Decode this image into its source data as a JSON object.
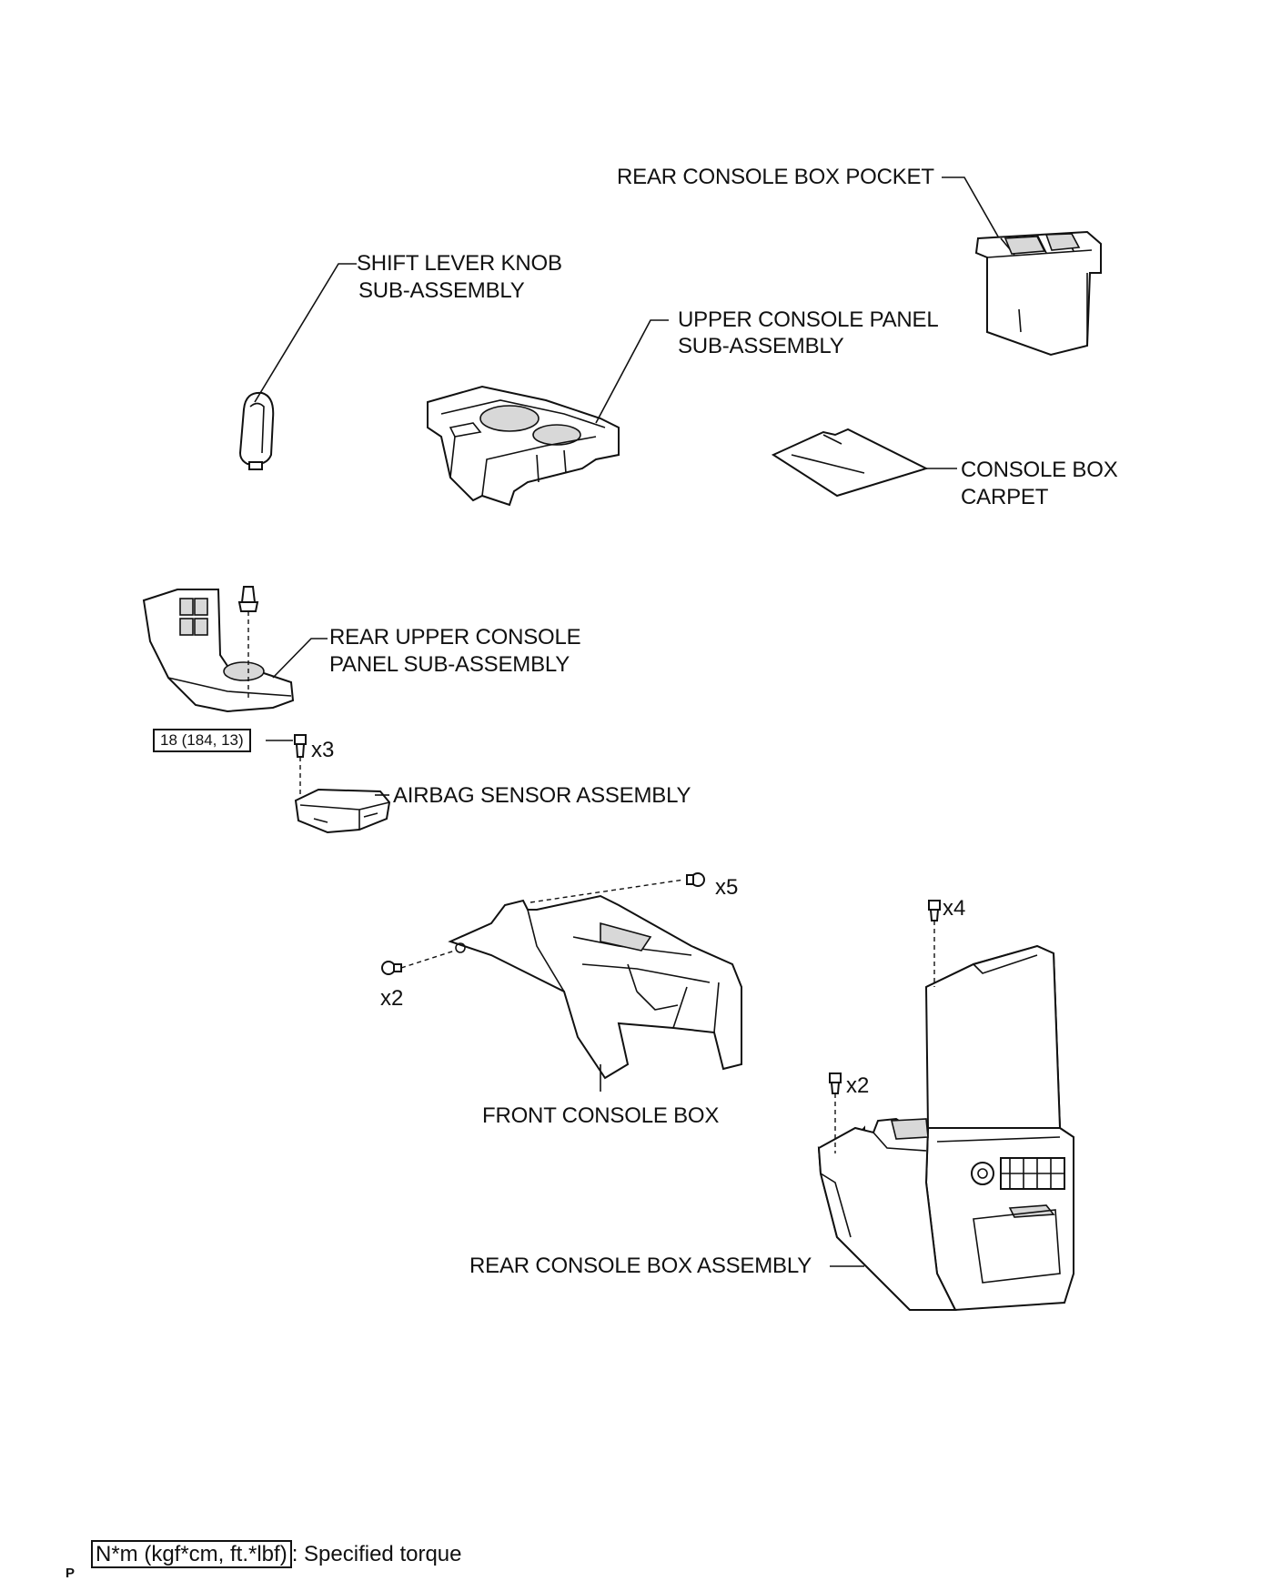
{
  "labels": {
    "rear_console_box_pocket": "REAR CONSOLE BOX POCKET",
    "shift_lever_knob_line1": "SHIFT LEVER KNOB",
    "shift_lever_knob_line2": "SUB-ASSEMBLY",
    "upper_console_panel_line1": "UPPER CONSOLE PANEL",
    "upper_console_panel_line2": "SUB-ASSEMBLY",
    "console_box_carpet_line1": "CONSOLE BOX",
    "console_box_carpet_line2": "CARPET",
    "rear_upper_console_line1": "REAR UPPER CONSOLE",
    "rear_upper_console_line2": "PANEL SUB-ASSEMBLY",
    "airbag_sensor": "AIRBAG SENSOR ASSEMBLY",
    "front_console_box": "FRONT CONSOLE BOX",
    "rear_console_box_assembly": "REAR CONSOLE BOX ASSEMBLY"
  },
  "quantities": {
    "airbag_bolts": "x3",
    "front_top_clips": "x5",
    "front_side_clips": "x2",
    "rear_top_screws": "x4",
    "rear_side_screws": "x2"
  },
  "torque": {
    "airbag_sensor_bolt": "18 (184, 13)"
  },
  "legend": {
    "unit": "N*m (kgf*cm, ft.*lbf)",
    "text": ": Specified torque"
  },
  "footer": {
    "mark": "P"
  }
}
